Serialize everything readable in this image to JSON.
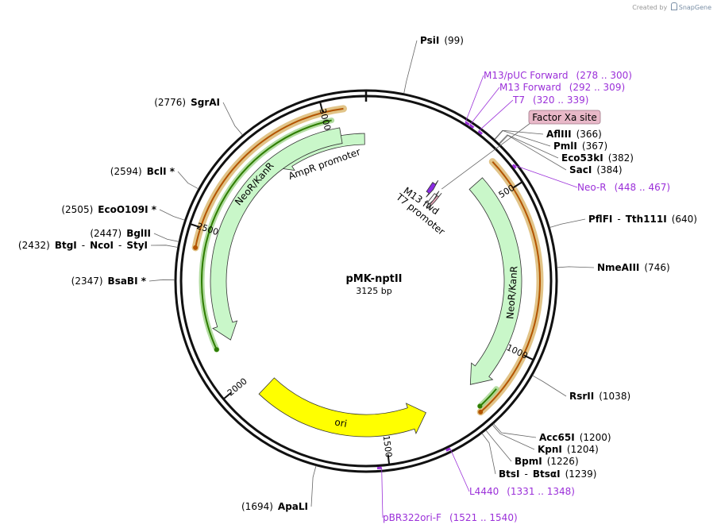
{
  "credit": {
    "created_by": "Created by",
    "brand": "SnapGene"
  },
  "plasmid": {
    "name": "pMK-nptII",
    "size": "3125 bp",
    "length": 3125
  },
  "ticks": [
    {
      "bp": 500,
      "label": "500"
    },
    {
      "bp": 1000,
      "label": "1000"
    },
    {
      "bp": 1500,
      "label": "1500"
    },
    {
      "bp": 2000,
      "label": "2000"
    },
    {
      "bp": 2500,
      "label": "2500"
    },
    {
      "bp": 3000,
      "label": "3000"
    }
  ],
  "sites": [
    {
      "bp": 99,
      "parts": [
        {
          "t": "PsiI",
          "k": "enz"
        },
        {
          "t": "(99)",
          "k": "pos"
        }
      ],
      "anchor": "start"
    },
    {
      "bp": 366,
      "parts": [
        {
          "t": "AflIII",
          "k": "enz"
        },
        {
          "t": "(366)",
          "k": "pos"
        }
      ],
      "anchor": "start"
    },
    {
      "bp": 367,
      "parts": [
        {
          "t": "PmlI",
          "k": "enz"
        },
        {
          "t": "(367)",
          "k": "pos"
        }
      ],
      "anchor": "start"
    },
    {
      "bp": 382,
      "parts": [
        {
          "t": "Eco53kI",
          "k": "enz"
        },
        {
          "t": "(382)",
          "k": "pos"
        }
      ],
      "anchor": "start"
    },
    {
      "bp": 384,
      "parts": [
        {
          "t": "SacI",
          "k": "enz"
        },
        {
          "t": "(384)",
          "k": "pos"
        }
      ],
      "anchor": "start"
    },
    {
      "bp": 640,
      "parts": [
        {
          "t": "PflFI",
          "k": "enz"
        },
        {
          "t": "-",
          "k": "pos"
        },
        {
          "t": "Tth111I",
          "k": "enz"
        },
        {
          "t": "(640)",
          "k": "pos"
        }
      ],
      "anchor": "start"
    },
    {
      "bp": 746,
      "parts": [
        {
          "t": "NmeAIII",
          "k": "enz"
        },
        {
          "t": "(746)",
          "k": "pos"
        }
      ],
      "anchor": "start"
    },
    {
      "bp": 1038,
      "parts": [
        {
          "t": "RsrII",
          "k": "enz"
        },
        {
          "t": "(1038)",
          "k": "pos"
        }
      ],
      "anchor": "start"
    },
    {
      "bp": 1200,
      "parts": [
        {
          "t": "Acc65I",
          "k": "enz"
        },
        {
          "t": "(1200)",
          "k": "pos"
        }
      ],
      "anchor": "start"
    },
    {
      "bp": 1204,
      "parts": [
        {
          "t": "KpnI",
          "k": "enz"
        },
        {
          "t": "(1204)",
          "k": "pos"
        }
      ],
      "anchor": "start"
    },
    {
      "bp": 1226,
      "parts": [
        {
          "t": "BpmI",
          "k": "enz"
        },
        {
          "t": "(1226)",
          "k": "pos"
        }
      ],
      "anchor": "start"
    },
    {
      "bp": 1239,
      "parts": [
        {
          "t": "BtsI",
          "k": "enz"
        },
        {
          "t": "-",
          "k": "pos"
        },
        {
          "t": "BtsαI",
          "k": "enz"
        },
        {
          "t": "(1239)",
          "k": "pos"
        }
      ],
      "anchor": "start"
    },
    {
      "bp": 1694,
      "parts": [
        {
          "t": "(1694)",
          "k": "pos"
        },
        {
          "t": "ApaLI",
          "k": "enz"
        }
      ],
      "anchor": "end"
    },
    {
      "bp": 2347,
      "parts": [
        {
          "t": "(2347)",
          "k": "pos"
        },
        {
          "t": "BsaBI *",
          "k": "enz"
        }
      ],
      "anchor": "end"
    },
    {
      "bp": 2432,
      "parts": [
        {
          "t": "(2432)",
          "k": "pos"
        },
        {
          "t": "BtgI",
          "k": "enz"
        },
        {
          "t": "-",
          "k": "pos"
        },
        {
          "t": "NcoI",
          "k": "enz"
        },
        {
          "t": "-",
          "k": "pos"
        },
        {
          "t": "StyI",
          "k": "enz"
        }
      ],
      "anchor": "end"
    },
    {
      "bp": 2447,
      "parts": [
        {
          "t": "(2447)",
          "k": "pos"
        },
        {
          "t": "BglII",
          "k": "enz"
        }
      ],
      "anchor": "end"
    },
    {
      "bp": 2505,
      "parts": [
        {
          "t": "(2505)",
          "k": "pos"
        },
        {
          "t": "EcoO109I *",
          "k": "enz"
        }
      ],
      "anchor": "end"
    },
    {
      "bp": 2594,
      "parts": [
        {
          "t": "(2594)",
          "k": "pos"
        },
        {
          "t": "BclI *",
          "k": "enz"
        }
      ],
      "anchor": "end"
    },
    {
      "bp": 2776,
      "parts": [
        {
          "t": "(2776)",
          "k": "pos"
        },
        {
          "t": "SgrAI",
          "k": "enz"
        }
      ],
      "anchor": "end"
    }
  ],
  "primers": [
    {
      "bp": 278,
      "parts": [
        {
          "t": "M13/pUC Forward",
          "k": "prim"
        },
        {
          "t": "(278 .. 300)",
          "k": "prim"
        }
      ]
    },
    {
      "bp": 292,
      "parts": [
        {
          "t": "M13 Forward",
          "k": "prim"
        },
        {
          "t": "(292 .. 309)",
          "k": "prim"
        }
      ]
    },
    {
      "bp": 320,
      "parts": [
        {
          "t": "T7",
          "k": "prim"
        },
        {
          "t": "(320 .. 339)",
          "k": "prim"
        }
      ]
    },
    {
      "bp": 448,
      "parts": [
        {
          "t": "Neo-R",
          "k": "prim"
        },
        {
          "t": "(448 .. 467)",
          "k": "prim"
        }
      ]
    },
    {
      "bp": 1331,
      "parts": [
        {
          "t": "L4440",
          "k": "prim"
        },
        {
          "t": "(1331 .. 1348)",
          "k": "prim"
        }
      ]
    },
    {
      "bp": 1521,
      "parts": [
        {
          "t": "pBR322ori-F",
          "k": "prim"
        },
        {
          "t": "(1521 .. 1540)",
          "k": "prim"
        }
      ]
    }
  ],
  "factor_xa": {
    "label": "Factor Xa site",
    "bp": 342
  },
  "features": [
    {
      "id": "amp",
      "label": "AmpR promoter",
      "start": 3120,
      "end": 2800,
      "color": "#c9f7c9"
    },
    {
      "id": "neo-left",
      "label": "NeoR/KanR",
      "start": 3040,
      "end": 2140,
      "color": "#c9f7c9"
    },
    {
      "id": "neo-right",
      "label": "NeoR/KanR",
      "start": 420,
      "end": 1170,
      "color": "#c9f7c9"
    },
    {
      "id": "ori",
      "label": "ori",
      "start": 1940,
      "end": 1350,
      "color": "#ffff00"
    },
    {
      "id": "m13fwd",
      "label": "M13 fwd",
      "start": 295,
      "end": 315,
      "color": "#8a2be2"
    },
    {
      "id": "t7prom",
      "label": "T7 promoter",
      "start": 330,
      "end": 345,
      "color": "#ffffff"
    },
    {
      "id": "xa",
      "label": "",
      "start": 345,
      "end": 355,
      "color": "#e8a6b8"
    }
  ],
  "orfs": [
    {
      "id": "orf-r-out",
      "start": 405,
      "end": 1205,
      "color": "#d9b56a",
      "line": "#b35400"
    },
    {
      "id": "orf-r-in",
      "start": 1125,
      "end": 1195,
      "color": "#9fd38a",
      "line": "#2e7d00"
    },
    {
      "id": "orf-l-out",
      "start": 3060,
      "end": 2440,
      "color": "#d9b56a",
      "line": "#b35400"
    },
    {
      "id": "orf-l-in",
      "start": 3020,
      "end": 2130,
      "color": "#9fd38a",
      "line": "#2e7d00"
    }
  ],
  "colors": {
    "backbone": "#111111",
    "primer": "#9b30d9",
    "factor_xa_fill": "#e8b8c8"
  }
}
